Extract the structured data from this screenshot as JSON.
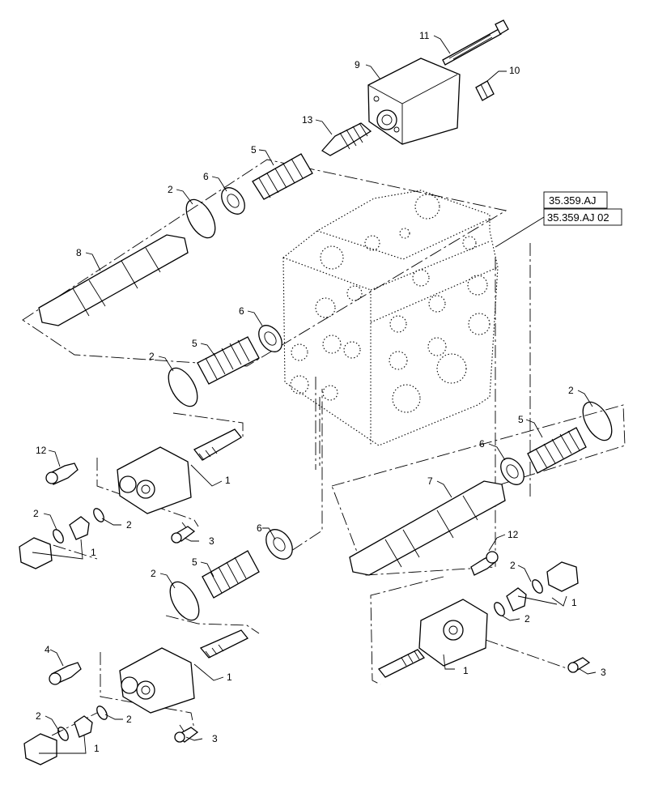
{
  "references": [
    "35.359.AJ",
    "35.359.AJ 02"
  ],
  "callouts": {
    "c11": "11",
    "c9": "9",
    "c10": "10",
    "c13": "13",
    "c5a": "5",
    "c6a": "6",
    "c2a": "2",
    "c8": "8",
    "c6b": "6",
    "c5b": "5",
    "c2b": "2",
    "c12a": "12",
    "c1a": "1",
    "c2c": "2",
    "c2d": "2",
    "c1b": "1",
    "c3a": "3",
    "c6c": "6",
    "c5c": "5",
    "c2e": "2",
    "c4": "4",
    "c1c": "1",
    "c2f": "2",
    "c2g": "2",
    "c1d": "1",
    "c3b": "3",
    "c2h": "2",
    "c5d": "5",
    "c6d": "6",
    "c7": "7",
    "c12b": "12",
    "c2i": "2",
    "c1e": "1",
    "c2j": "2",
    "c1f": "1",
    "c3c": "3"
  }
}
